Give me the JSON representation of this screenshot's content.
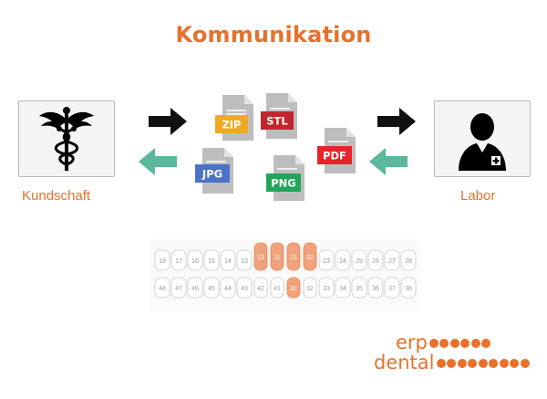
{
  "title": "Kommunikation",
  "client": {
    "label": "Kundschaft",
    "icon": "caduceus-icon"
  },
  "lab": {
    "label": "Labor",
    "icon": "doctor-icon"
  },
  "files": [
    {
      "label": "ZIP",
      "color": "#f1a823"
    },
    {
      "label": "STL",
      "color": "#c0272d"
    },
    {
      "label": "PDF",
      "color": "#e8232a"
    },
    {
      "label": "JPG",
      "color": "#4a73c8"
    },
    {
      "label": "PNG",
      "color": "#22a45a"
    }
  ],
  "arrows": {
    "send_color": "#111111",
    "return_color": "#5bb89c"
  },
  "teeth": {
    "upper": [
      "18",
      "17",
      "16",
      "15",
      "14",
      "13",
      "12",
      "11",
      "21",
      "22",
      "23",
      "24",
      "25",
      "26",
      "27",
      "28"
    ],
    "lower": [
      "48",
      "47",
      "46",
      "45",
      "44",
      "43",
      "42",
      "41",
      "31",
      "32",
      "33",
      "34",
      "35",
      "36",
      "37",
      "38"
    ],
    "highlighted_upper": [
      "12",
      "11",
      "21",
      "22"
    ],
    "highlighted_lower": [
      "31"
    ],
    "highlight_color": "#f0a27c"
  },
  "logo": {
    "line1": "erp",
    "line2": "dental",
    "dots_line1": 6,
    "dots_line2": 9,
    "color": "#e8712c"
  }
}
